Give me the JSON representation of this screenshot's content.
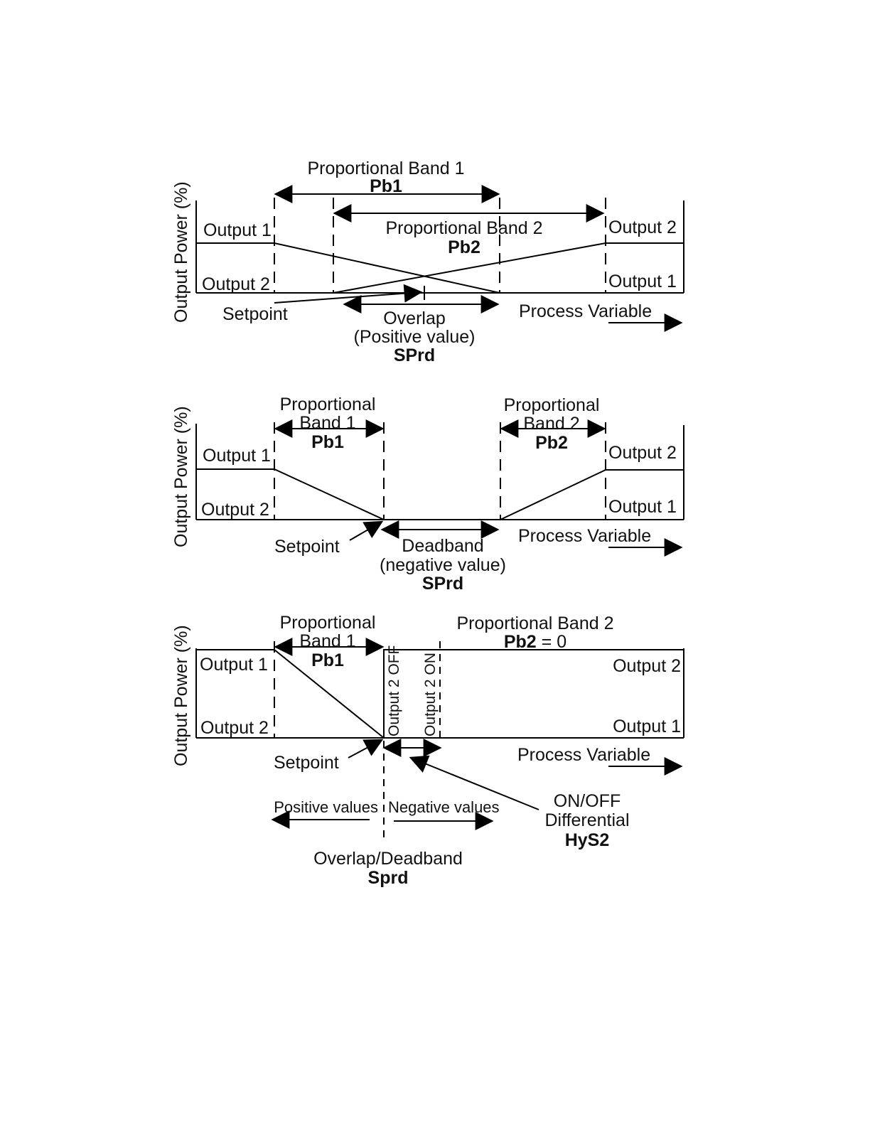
{
  "colors": {
    "ink": "#111111",
    "background": "#ffffff"
  },
  "diagram1": {
    "y_axis_label": "Output Power (%)",
    "pb1_title": "Proportional Band 1",
    "pb1_code": "Pb1",
    "pb2_title": "Proportional Band 2",
    "pb2_code": "Pb2",
    "output1_left": "Output 1",
    "output2_left": "Output 2",
    "output2_right": "Output 2",
    "output1_right": "Output 1",
    "setpoint": "Setpoint",
    "process_variable": "Process Variable",
    "overlap_line1": "Overlap",
    "overlap_line2": "(Positive value)",
    "overlap_code": "SPrd"
  },
  "diagram2": {
    "y_axis_label": "Output Power (%)",
    "pb1_line1": "Proportional",
    "pb1_line2": "Band 1",
    "pb1_code": "Pb1",
    "pb2_line1": "Proportional",
    "pb2_line2": "Band 2",
    "pb2_code": "Pb2",
    "output1_left": "Output 1",
    "output2_left": "Output 2",
    "output2_right": "Output 2",
    "output1_right": "Output 1",
    "setpoint": "Setpoint",
    "process_variable": "Process Variable",
    "deadband_line1": "Deadband",
    "deadband_line2": "(negative value)",
    "deadband_code": "SPrd"
  },
  "diagram3": {
    "y_axis_label": "Output Power (%)",
    "pb1_line1": "Proportional",
    "pb1_line2": "Band 1",
    "pb1_code": "Pb1",
    "pb2_title": "Proportional Band 2",
    "pb2_code": "Pb2",
    "pb2_value": " = 0",
    "output1_left": "Output 1",
    "output2_left": "Output 2",
    "output2_right": "Output 2",
    "output1_right": "Output 1",
    "output2_off": "Output 2 OFF",
    "output2_on": "Output 2 ON",
    "setpoint": "Setpoint",
    "process_variable": "Process Variable",
    "positive_values": "Positive values",
    "negative_values": "Negative values",
    "onoff_line1": "ON/OFF",
    "onoff_line2": "Differential",
    "onoff_code": "HyS2",
    "overlap_deadband": "Overlap/Deadband",
    "overlap_deadband_code": "Sprd"
  }
}
